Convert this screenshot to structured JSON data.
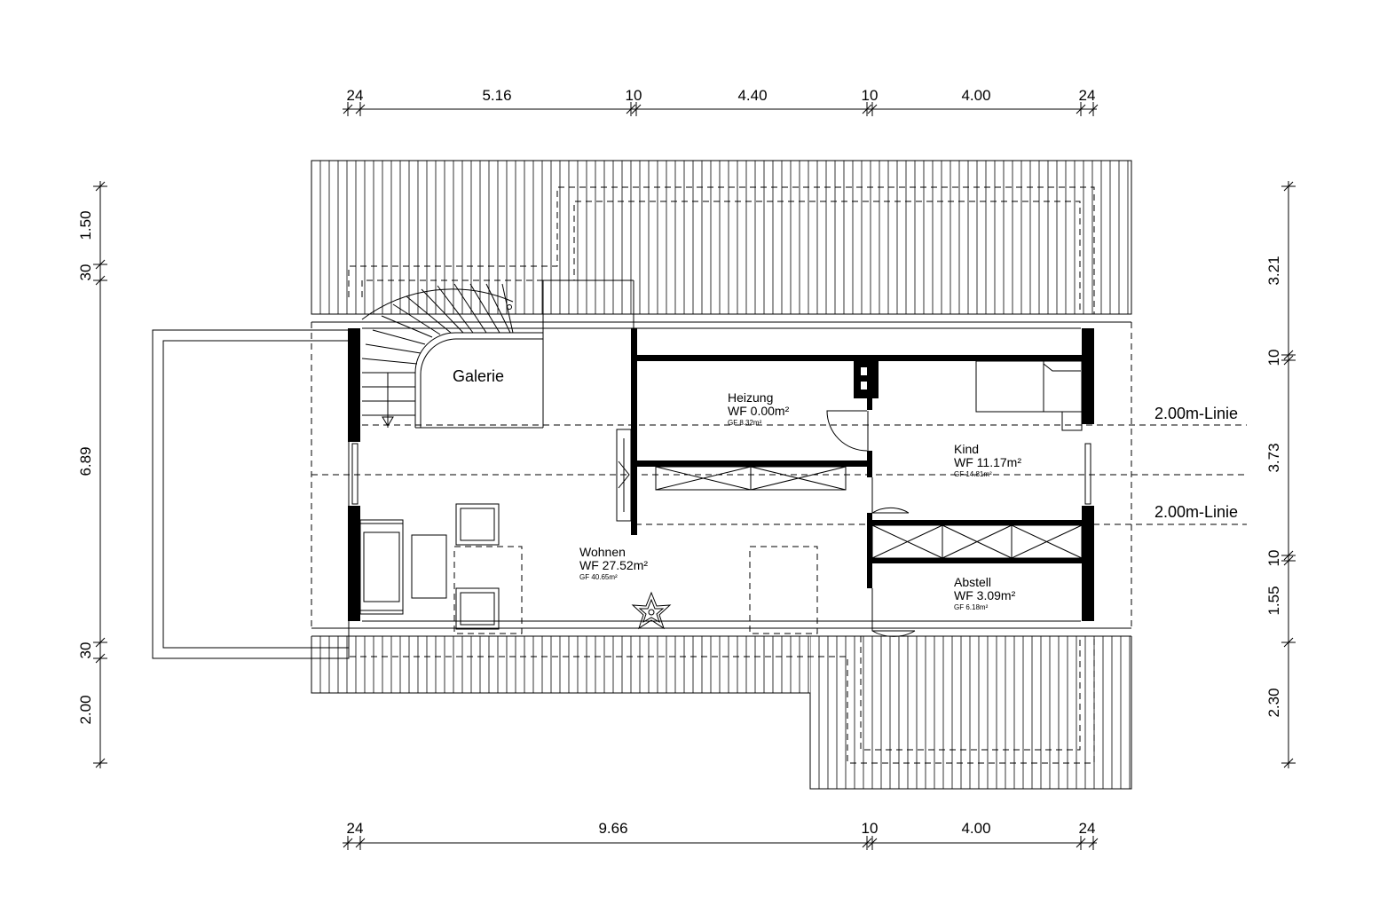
{
  "dimensions": {
    "top": [
      "24",
      "5.16",
      "10",
      "4.40",
      "10",
      "4.00",
      "24"
    ],
    "bottom": [
      "24",
      "9.66",
      "10",
      "4.00",
      "24"
    ],
    "left": [
      "1.50",
      "30",
      "6.89",
      "30",
      "2.00"
    ],
    "right": [
      "3.21",
      "10",
      "3.73",
      "10",
      "1.55",
      "2.30"
    ]
  },
  "rooms": {
    "galerie": {
      "name": "Galerie"
    },
    "heizung": {
      "name": "Heizung",
      "wf": "WF 0.00m²",
      "gf": "GF 8.32m²"
    },
    "kind": {
      "name": "Kind",
      "wf": "WF 11.17m²",
      "gf": "GF 14.81m²"
    },
    "wohnen": {
      "name": "Wohnen",
      "wf": "WF 27.52m²",
      "gf": "GF 40.65m²"
    },
    "abstell": {
      "name": "Abstell",
      "wf": "WF 3.09m²",
      "gf": "GF 6.18m²"
    }
  },
  "linie_labels": [
    "2.00m-Linie",
    "2.00m-Linie"
  ]
}
